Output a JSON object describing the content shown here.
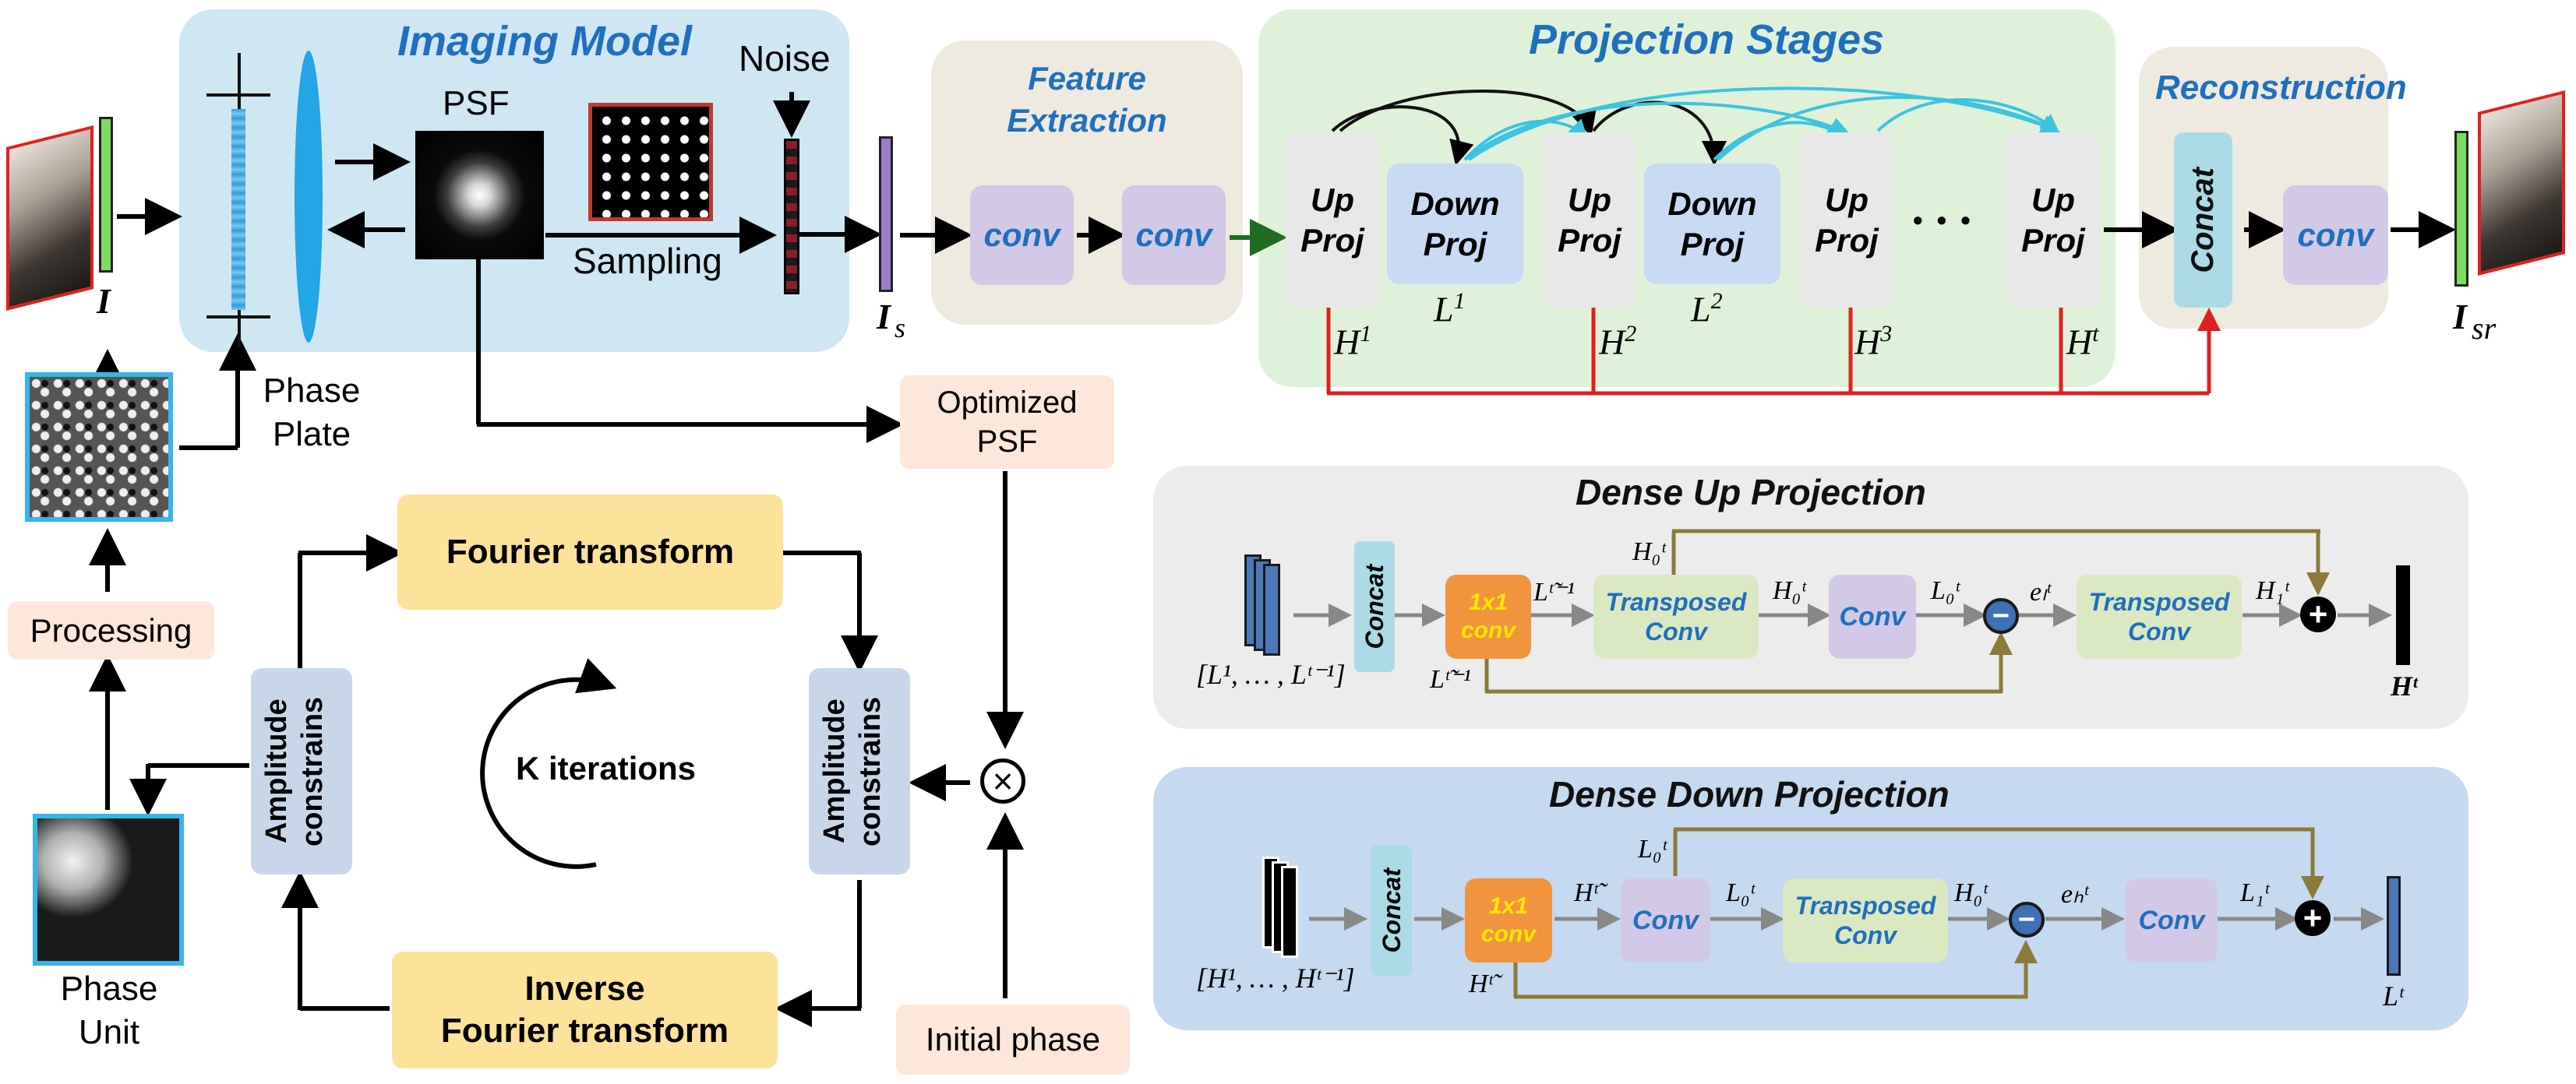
{
  "imaging_model": {
    "title": "Imaging Model",
    "psf_label": "PSF",
    "noise_label": "Noise",
    "sampling_label": "Sampling",
    "input_label": "I",
    "output_label_main": "I",
    "output_label_sub": "s",
    "phase_plate_line1": "Phase",
    "phase_plate_line2": "Plate"
  },
  "feature_extraction": {
    "title_line1": "Feature",
    "title_line2": "Extraction",
    "conv1": "conv",
    "conv2": "conv"
  },
  "projection_stages": {
    "title": "Projection Stages",
    "up1_line1": "Up",
    "up1_line2": "Proj",
    "down1_line1": "Down",
    "down1_line2": "Proj",
    "up2_line1": "Up",
    "up2_line2": "Proj",
    "down2_line1": "Down",
    "down2_line2": "Proj",
    "up3_line1": "Up",
    "up3_line2": "Proj",
    "ellipsis": "• • •",
    "upt_line1": "Up",
    "upt_line2": "Proj",
    "h1": "H",
    "h1_sup": "1",
    "l1": "L",
    "l1_sup": "1",
    "h2": "H",
    "h2_sup": "2",
    "l2": "L",
    "l2_sup": "2",
    "h3": "H",
    "h3_sup": "3",
    "ht": "H",
    "ht_sup": "t"
  },
  "reconstruction": {
    "title": "Reconstruction",
    "concat": "Concat",
    "conv": "conv",
    "output_main": "I",
    "output_sub": "sr"
  },
  "psf_optimization": {
    "optimized_psf_line1": "Optimized",
    "optimized_psf_line2": "PSF",
    "processing": "Processing",
    "fourier": "Fourier transform",
    "inverse_line1": "Inverse",
    "inverse_line2": "Fourier transform",
    "amp_left": "Amplitude constrains",
    "amp_right": "Amplitude constrains",
    "k_iterations": "K iterations",
    "initial_phase": "Initial phase",
    "phase_unit_line1": "Phase",
    "phase_unit_line2": "Unit"
  },
  "dense_up": {
    "title": "Dense Up Projection",
    "concat": "Concat",
    "conv1x1_line1": "1x1",
    "conv1x1_line2": "conv",
    "transposed1_line1": "Transposed",
    "transposed1_line2": "Conv",
    "conv": "Conv",
    "transposed2_line1": "Transposed",
    "transposed2_line2": "Conv",
    "input_label": "[L¹, … , Lᵗ⁻¹]",
    "output_label": "Hᵗ",
    "lbl_ltilde_top": "Lᵗ̃⁻¹",
    "lbl_ltilde_bottom": "Lᵗ̃⁻¹",
    "lbl_h0_top": "H₀ᵗ",
    "lbl_h0_mid": "H₀ᵗ",
    "lbl_l0": "L₀ᵗ",
    "lbl_el": "eₗᵗ",
    "lbl_h1": "H₁ᵗ"
  },
  "dense_down": {
    "title": "Dense Down Projection",
    "concat": "Concat",
    "conv1x1_line1": "1x1",
    "conv1x1_line2": "conv",
    "conv1": "Conv",
    "transposed_line1": "Transposed",
    "transposed_line2": "Conv",
    "conv2": "Conv",
    "input_label": "[H¹, … , Hᵗ⁻¹]",
    "output_label": "Lᵗ",
    "lbl_htilde_top": "Hᵗ̃",
    "lbl_htilde_bottom": "Hᵗ̃",
    "lbl_l0_top": "L₀ᵗ",
    "lbl_l0_mid": "L₀ᵗ",
    "lbl_h0": "H₀ᵗ",
    "lbl_eh": "eₕᵗ",
    "lbl_l1": "L₁ᵗ"
  },
  "colors": {
    "imaging_panel": "#cfe6f3",
    "feature_panel": "#eeeae0",
    "projection_panel": "#dff2d9",
    "reconstruction_panel": "#eeeae0",
    "up_panel": "#ececec",
    "down_panel": "#c5d9f0",
    "conv_box": "#d2c9e6",
    "proj_box": "#e8e8e8",
    "down_box": "#c9daf4",
    "concat_box": "#abdbe6",
    "yellow_box": "#fde29a",
    "peach_box": "#fde7da",
    "amp_box": "#c8d6ea",
    "orange_box": "#f0953e",
    "green_box": "#dae9c2",
    "title_blue": "#1f6fbf",
    "red_line": "#e02020",
    "olive_line": "#8b7a3a"
  }
}
